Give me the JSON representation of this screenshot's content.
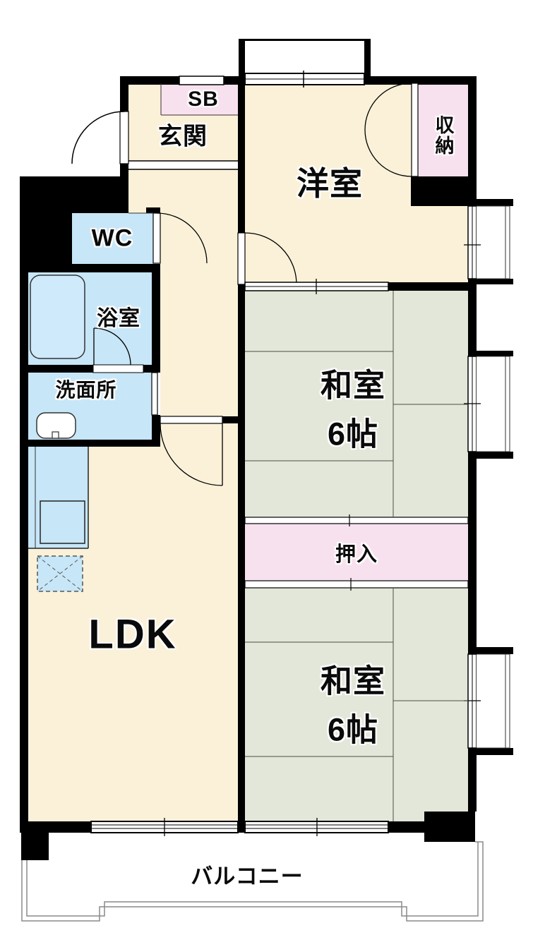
{
  "floorplan": {
    "rooms": {
      "entrance": {
        "label": "玄関"
      },
      "shoe_box": {
        "label": "SB"
      },
      "western_room": {
        "label": "洋室"
      },
      "storage": {
        "label": "収納"
      },
      "toilet": {
        "label": "WC"
      },
      "bathroom": {
        "label": "浴室"
      },
      "washroom": {
        "label": "洗面所"
      },
      "ldk": {
        "label": "LDK"
      },
      "japanese_room_upper": {
        "label": "和室",
        "size": "6帖"
      },
      "closet": {
        "label": "押入"
      },
      "japanese_room_lower": {
        "label": "和室",
        "size": "6帖"
      },
      "balcony": {
        "label": "バルコニー"
      }
    },
    "palette": {
      "wall": "#000000",
      "room_cream": "#fbf1d9",
      "tatami_green": "#e2e7d9",
      "closet_pink": "#f8e1ee",
      "water_blue": "#c7e6f7",
      "line": "#333333",
      "railing_gray": "#8a8a8a",
      "background": "#ffffff"
    }
  }
}
